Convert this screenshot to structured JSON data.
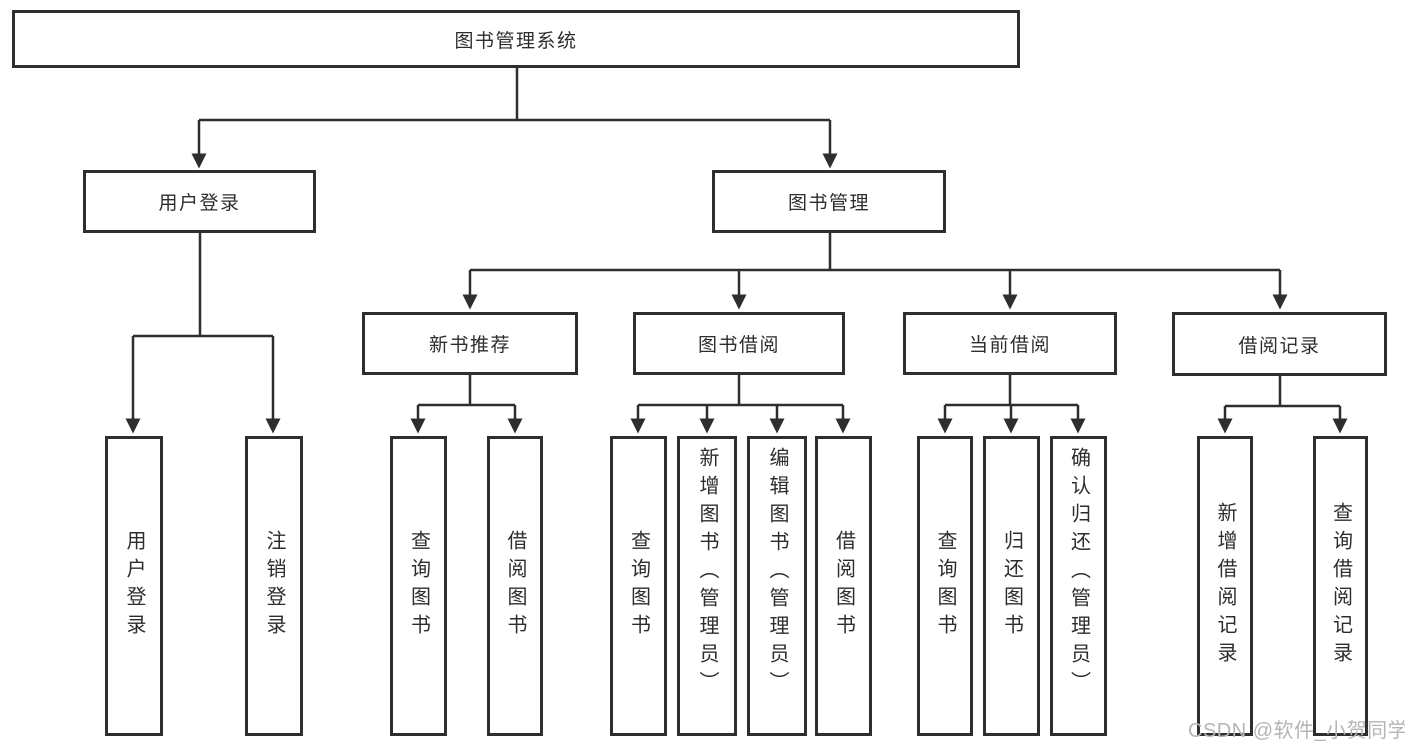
{
  "tree": {
    "root": "图书管理系统",
    "children": [
      {
        "label": "用户登录",
        "children": [
          "用户登录",
          "注销登录"
        ]
      },
      {
        "label": "图书管理",
        "children": [
          {
            "label": "新书推荐",
            "children": [
              "查询图书",
              "借阅图书"
            ]
          },
          {
            "label": "图书借阅",
            "children": [
              "查询图书",
              "新增图书（管理员）",
              "编辑图书（管理员）",
              "借阅图书"
            ]
          },
          {
            "label": "当前借阅",
            "children": [
              "查询图书",
              "归还图书",
              "确认归还（管理员）"
            ]
          },
          {
            "label": "借阅记录",
            "children": [
              "新增借阅记录",
              "查询借阅记录"
            ]
          }
        ]
      }
    ]
  },
  "watermark": {
    "text": "CSDN @软件_小贺同学",
    "color": "#b5b5b5"
  },
  "colors": {
    "line": "#2e2e2e",
    "box_fill": "#ffffff",
    "text": "#2d2d2d"
  }
}
